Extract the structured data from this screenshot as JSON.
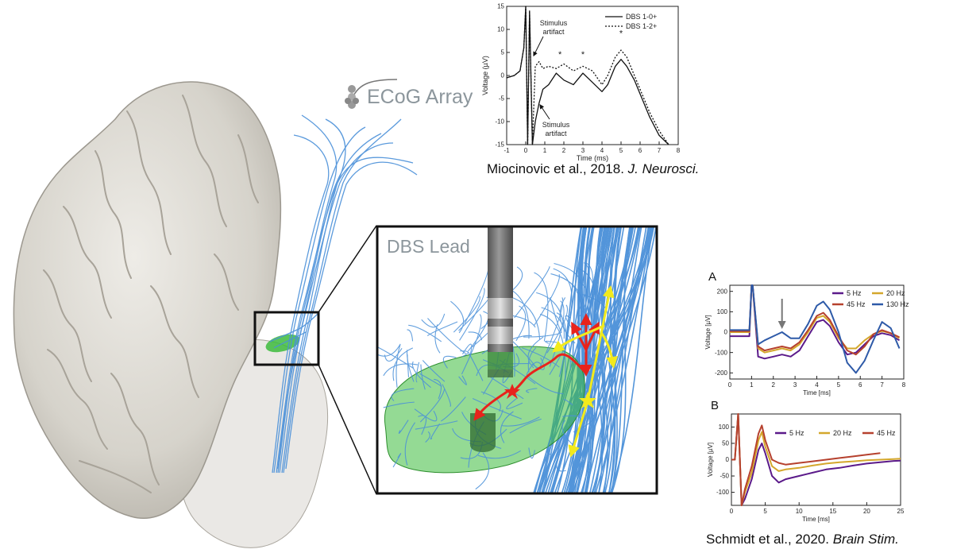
{
  "labels": {
    "ecog_array": "ECoG Array",
    "dbs_lead": "DBS Lead"
  },
  "citations": {
    "top": {
      "authors": "Miocinovic et al., 2018. ",
      "journal": "J. Neurosci."
    },
    "bottom": {
      "authors": "Schmidt et al., 2020. ",
      "journal": "Brain Stim."
    }
  },
  "colors": {
    "brain": "#d9d6cf",
    "fibers": "#4a90d9",
    "stn": "#3dbb3d",
    "antidromic": "#e8231c",
    "orthodromic": "#f2ea1c",
    "lead_shaft": "#7a7a7a"
  },
  "chart_data": [
    {
      "type": "line",
      "panel": "",
      "title": "",
      "xlabel": "Time (ms)",
      "ylabel": "Voltage (µV)",
      "xlim": [
        -1,
        8
      ],
      "ylim": [
        -15,
        15
      ],
      "xticks": [
        -1,
        0,
        1,
        2,
        3,
        4,
        5,
        6,
        7,
        8
      ],
      "yticks": [
        -15,
        -10,
        -5,
        0,
        5,
        10,
        15
      ],
      "legend_position": "top-right",
      "annotations": [
        "Stimulus artifact",
        "Stimulus artifact",
        "*",
        "*",
        "*"
      ],
      "series": [
        {
          "name": "DBS 1-0+",
          "style": "solid",
          "x": [
            -1,
            -0.6,
            -0.3,
            -0.1,
            0.0,
            0.1,
            0.2,
            0.35,
            0.5,
            0.7,
            0.9,
            1.2,
            1.6,
            2.0,
            2.5,
            3.0,
            3.5,
            4.0,
            4.3,
            4.7,
            5.0,
            5.3,
            5.7,
            6.0,
            6.5,
            7.0,
            7.5
          ],
          "y": [
            -0.5,
            0,
            1,
            6,
            15,
            -15,
            14,
            -15,
            -10,
            -6,
            -3,
            -2,
            0.5,
            -1,
            -2,
            0.5,
            -1.5,
            -3.5,
            -2,
            2,
            3.5,
            2,
            -1,
            -4,
            -9,
            -13,
            -15
          ]
        },
        {
          "name": "DBS 1-2+",
          "style": "dotted",
          "x": [
            -1,
            -0.6,
            -0.3,
            -0.1,
            0.0,
            0.1,
            0.2,
            0.35,
            0.5,
            0.7,
            0.9,
            1.2,
            1.6,
            2.0,
            2.5,
            3.0,
            3.5,
            4.0,
            4.3,
            4.7,
            5.0,
            5.3,
            5.7,
            6.0,
            6.5,
            7.0,
            7.5
          ],
          "y": [
            -0.5,
            0,
            1,
            6,
            15,
            -15,
            14,
            -15,
            2,
            3,
            1.5,
            2,
            1.5,
            2.5,
            1,
            2,
            1,
            -2,
            0,
            4,
            5.5,
            4,
            0,
            -3,
            -8,
            -12,
            -15
          ]
        }
      ]
    },
    {
      "type": "line",
      "panel": "A",
      "title": "",
      "xlabel": "Time [ms]",
      "ylabel": "Voltage [µV]",
      "xlim": [
        0,
        8
      ],
      "ylim": [
        -230,
        230
      ],
      "xticks": [
        0,
        1,
        2,
        3,
        4,
        5,
        6,
        7,
        8
      ],
      "yticks": [
        -200,
        -100,
        0,
        100,
        200
      ],
      "legend_position": "top-right",
      "annotations": [
        "arrow at ~2.4 ms"
      ],
      "series": [
        {
          "name": "5 Hz",
          "color": "#5b1a8a",
          "x": [
            0,
            0.5,
            0.9,
            1.0,
            1.05,
            1.3,
            1.6,
            2.0,
            2.4,
            2.8,
            3.2,
            3.6,
            4.0,
            4.3,
            4.6,
            5.0,
            5.4,
            5.8,
            6.2,
            6.6,
            7.0,
            7.4,
            7.8
          ],
          "y": [
            -20,
            -20,
            -20,
            230,
            230,
            -120,
            -130,
            -120,
            -110,
            -120,
            -90,
            -20,
            50,
            60,
            30,
            -50,
            -110,
            -100,
            -60,
            -20,
            -5,
            -15,
            -40
          ]
        },
        {
          "name": "20 Hz",
          "color": "#d4a72c",
          "x": [
            0,
            0.5,
            0.9,
            1.0,
            1.05,
            1.3,
            1.6,
            2.0,
            2.4,
            2.8,
            3.2,
            3.6,
            4.0,
            4.3,
            4.6,
            5.0,
            5.4,
            5.8,
            6.2,
            6.6,
            7.0,
            7.4,
            7.8
          ],
          "y": [
            0,
            0,
            0,
            230,
            230,
            -80,
            -100,
            -90,
            -80,
            -90,
            -60,
            0,
            70,
            80,
            50,
            -30,
            -80,
            -80,
            -40,
            -10,
            5,
            -5,
            -30
          ]
        },
        {
          "name": "45 Hz",
          "color": "#b6412e",
          "x": [
            0,
            0.5,
            0.9,
            1.0,
            1.05,
            1.3,
            1.6,
            2.0,
            2.4,
            2.8,
            3.2,
            3.6,
            4.0,
            4.3,
            4.6,
            5.0,
            5.4,
            5.8,
            6.2,
            6.6,
            7.0,
            7.4,
            7.8
          ],
          "y": [
            5,
            5,
            5,
            230,
            230,
            -70,
            -90,
            -80,
            -70,
            -80,
            -50,
            10,
            80,
            95,
            60,
            -20,
            -90,
            -110,
            -70,
            -10,
            10,
            -5,
            -25
          ]
        },
        {
          "name": "130 Hz",
          "color": "#2e5aa8",
          "x": [
            0,
            0.5,
            0.9,
            1.0,
            1.05,
            1.3,
            1.6,
            2.0,
            2.4,
            2.8,
            3.2,
            3.6,
            4.0,
            4.3,
            4.6,
            5.0,
            5.4,
            5.8,
            6.2,
            6.6,
            7.0,
            7.4,
            7.8
          ],
          "y": [
            10,
            10,
            10,
            230,
            230,
            -60,
            -40,
            -20,
            0,
            -30,
            -30,
            40,
            130,
            150,
            110,
            0,
            -150,
            -200,
            -140,
            -40,
            50,
            20,
            -80
          ]
        }
      ]
    },
    {
      "type": "line",
      "panel": "B",
      "title": "",
      "xlabel": "Time [ms]",
      "ylabel": "Voltage [µV]",
      "xlim": [
        0,
        25
      ],
      "ylim": [
        -140,
        140
      ],
      "xticks": [
        0,
        5,
        10,
        15,
        20,
        25
      ],
      "yticks": [
        -100,
        -50,
        0,
        50,
        100
      ],
      "legend_position": "top-right",
      "annotations": [],
      "series": [
        {
          "name": "5 Hz",
          "color": "#5b1a8a",
          "x": [
            0,
            0.5,
            1.0,
            1.5,
            2.0,
            3.0,
            4.0,
            4.5,
            5.0,
            6.0,
            7.0,
            8.0,
            10,
            12,
            14,
            16,
            18,
            20,
            22,
            24,
            25
          ],
          "y": [
            0,
            0,
            140,
            -140,
            -120,
            -60,
            30,
            50,
            20,
            -50,
            -70,
            -60,
            -50,
            -40,
            -30,
            -25,
            -18,
            -12,
            -8,
            -4,
            -3
          ]
        },
        {
          "name": "20 Hz",
          "color": "#d4a72c",
          "x": [
            0,
            0.5,
            1.0,
            1.5,
            2.0,
            3.0,
            4.0,
            4.5,
            5.0,
            6.0,
            7.0,
            8.0,
            10,
            12,
            14,
            16,
            18,
            20,
            22,
            24,
            25
          ],
          "y": [
            0,
            0,
            140,
            -140,
            -100,
            -40,
            60,
            85,
            40,
            -20,
            -35,
            -30,
            -25,
            -18,
            -12,
            -8,
            -5,
            -2,
            0,
            2,
            3
          ]
        },
        {
          "name": "45 Hz",
          "color": "#b6412e",
          "x": [
            0,
            0.5,
            1.0,
            1.5,
            2.0,
            3.0,
            4.0,
            4.5,
            5.0,
            6.0,
            7.0,
            8.0,
            10,
            12,
            14,
            16,
            18,
            20,
            22
          ],
          "y": [
            0,
            0,
            140,
            -140,
            -90,
            -20,
            80,
            105,
            60,
            0,
            -10,
            -15,
            -10,
            -5,
            0,
            5,
            10,
            15,
            20
          ]
        }
      ]
    }
  ]
}
